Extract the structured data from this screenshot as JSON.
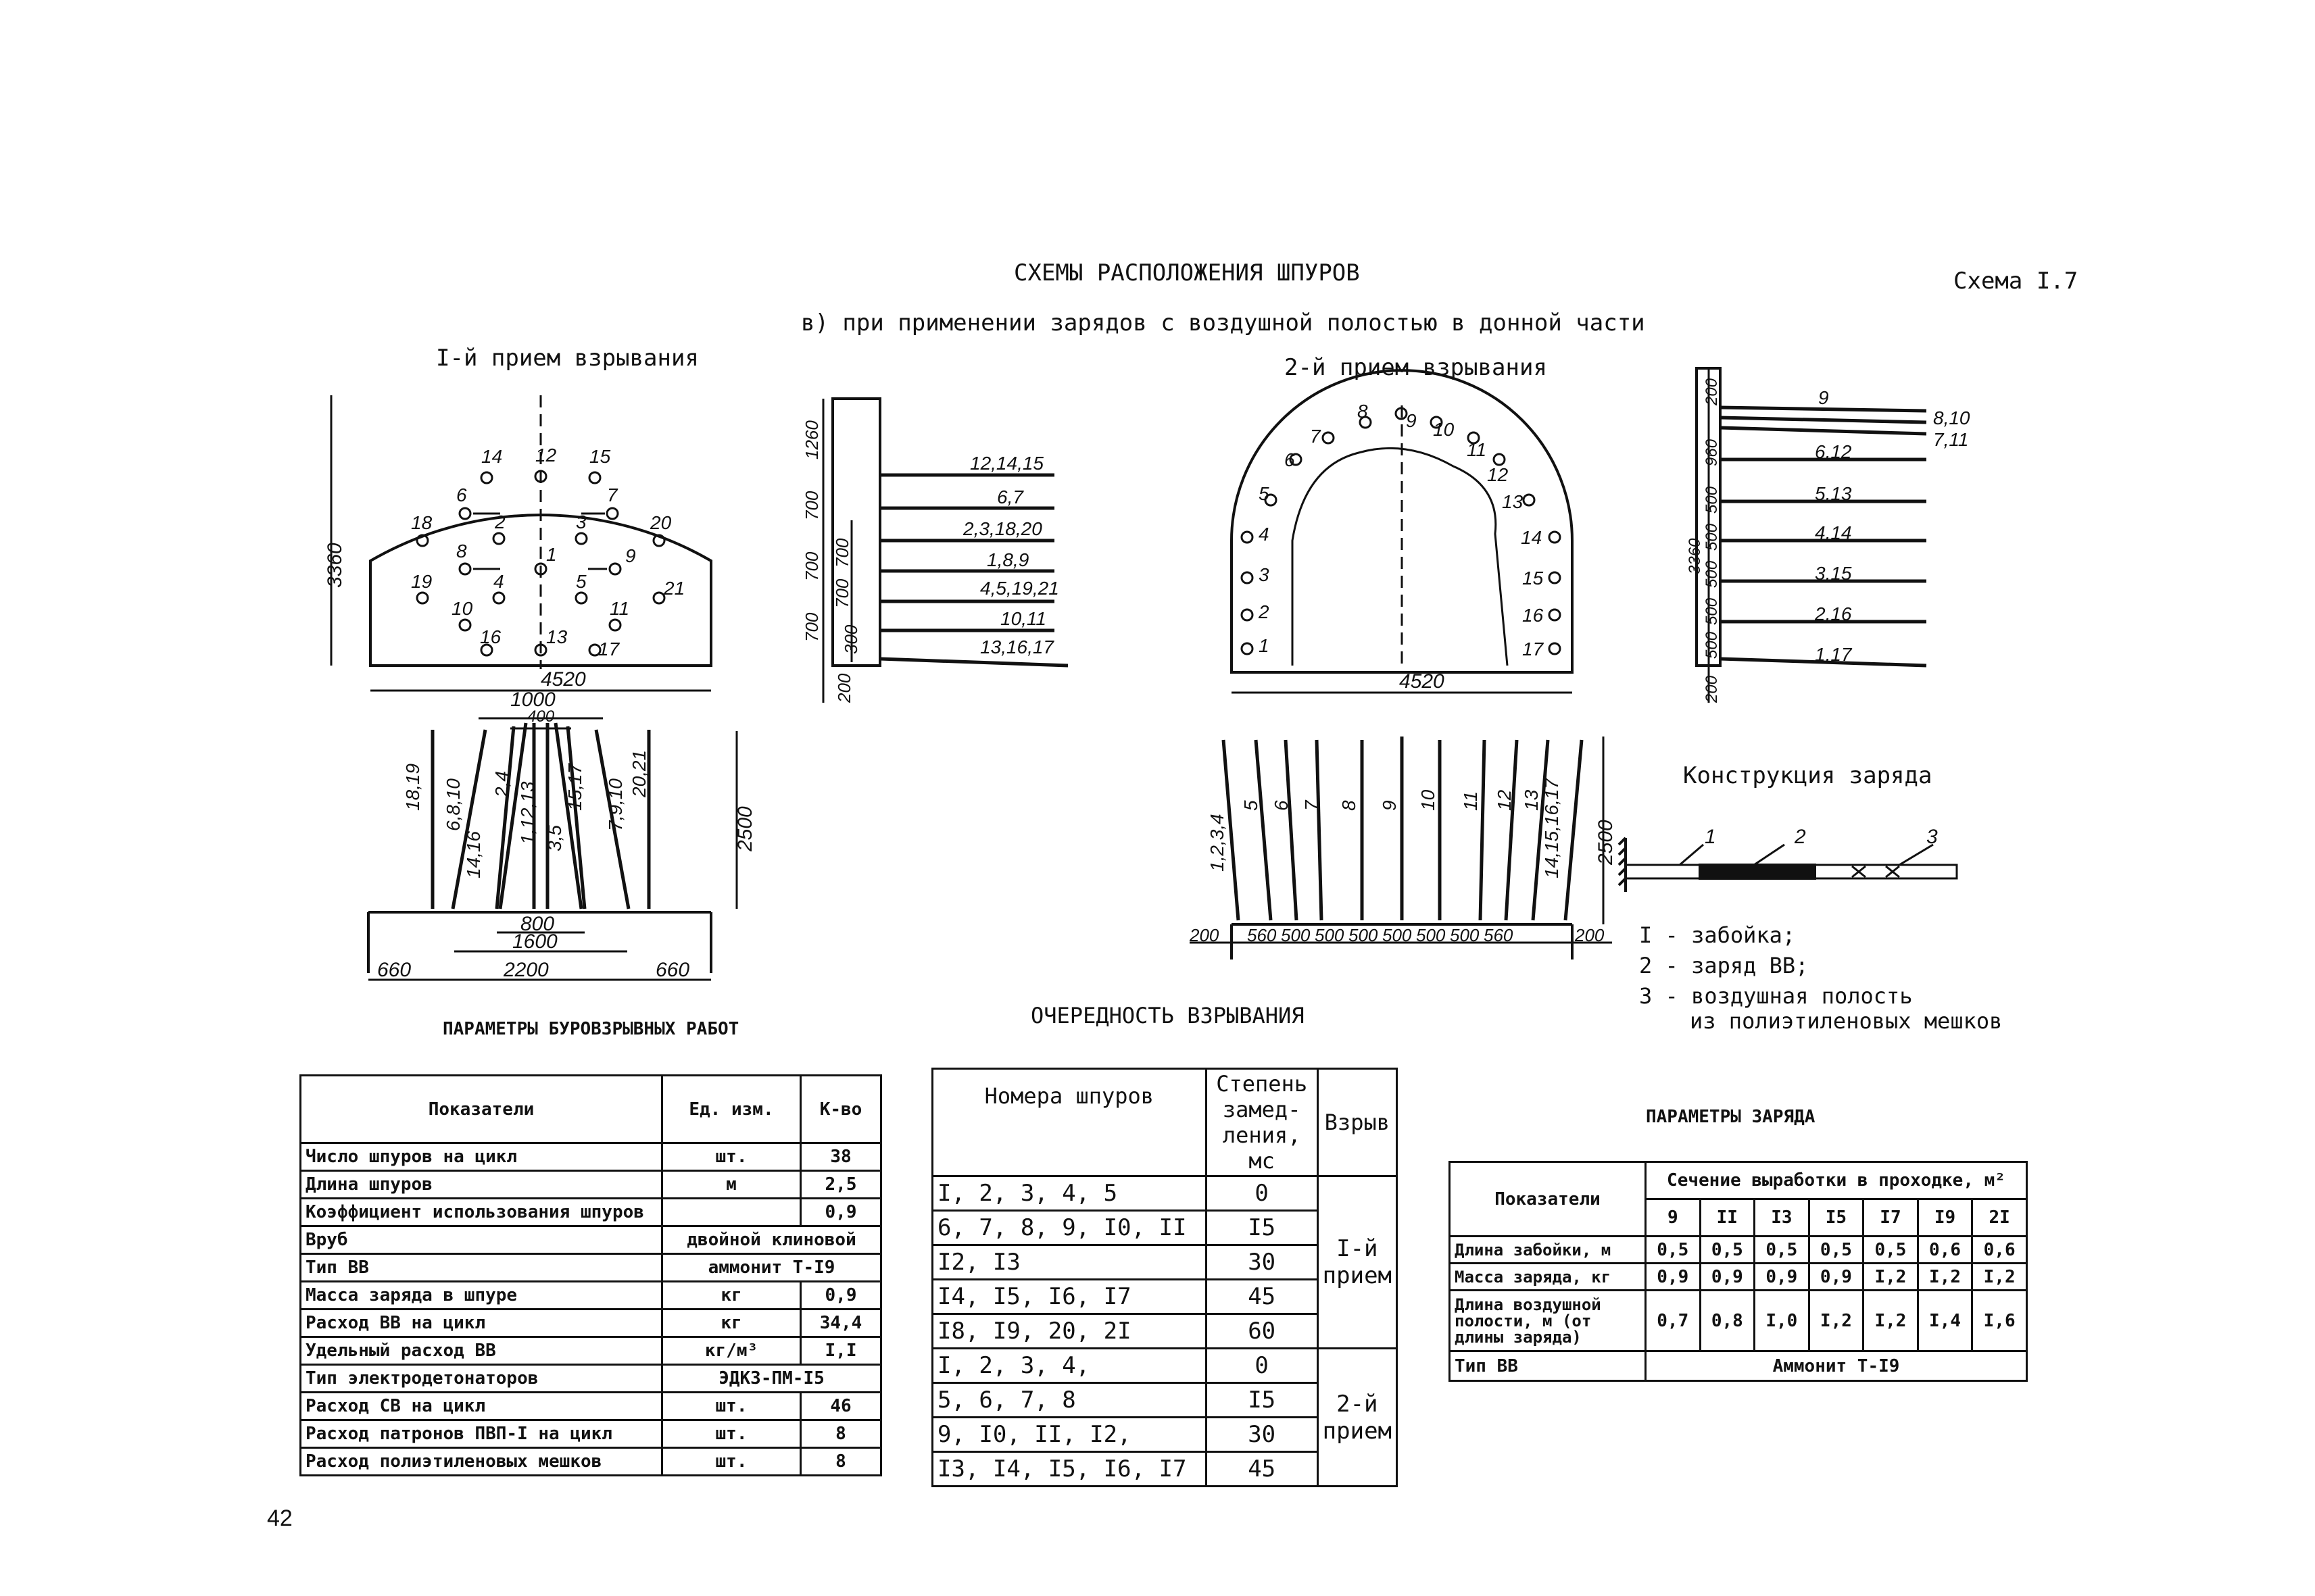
{
  "header": {
    "title": "СХЕМЫ РАСПОЛОЖЕНИЯ ШПУРОВ",
    "scheme_no": "Схема I.7",
    "subtitle": "в) при применении зарядов с воздушной полостью в донной части"
  },
  "stage1": {
    "title": "I-й прием взрывания",
    "dims": [
      "3360",
      "4520",
      "1000",
      "400",
      "2500",
      "800",
      "1600",
      "660",
      "2200",
      "660"
    ],
    "holes": [
      "14",
      "12",
      "15",
      "6",
      "7",
      "18",
      "2",
      "3",
      "20",
      "8",
      "1",
      "9",
      "19",
      "4",
      "5",
      "21",
      "10",
      "11",
      "16",
      "13",
      "17"
    ],
    "side_dims": [
      "1260",
      "700",
      "700",
      "700",
      "700",
      "700",
      "300",
      "200"
    ],
    "side_labels": [
      "12,14,15",
      "6,7",
      "2,3,18,20",
      "1,8,9",
      "4,5,19,21",
      "10,11",
      "13,16,17"
    ],
    "section_labels": [
      "18,19",
      "6,8,10",
      "14,16",
      "2,4",
      "1,12,13",
      "3,5",
      "15,17",
      "7,9,10",
      "20,21"
    ]
  },
  "stage2": {
    "title": "2-й прием взрывания",
    "dims": [
      "4520",
      "2500"
    ],
    "holes": [
      "9",
      "8",
      "10",
      "7",
      "11",
      "6",
      "12",
      "5",
      "13",
      "4",
      "14",
      "3",
      "15",
      "2",
      "16",
      "1",
      "17"
    ],
    "side_dims": [
      "200",
      "960",
      "500",
      "500",
      "500",
      "500",
      "500",
      "3360",
      "200"
    ],
    "side_labels": [
      "9",
      "8,10",
      "7,11",
      "6,12",
      "5,13",
      "4,14",
      "3,15",
      "2,16",
      "1,17"
    ],
    "section_labels": [
      "1,2,3,4",
      "5",
      "6",
      "7",
      "8",
      "9",
      "10",
      "11",
      "12",
      "13",
      "14,15,16,17"
    ],
    "bottom_dims": [
      "200",
      "560",
      "500",
      "500",
      "500",
      "500",
      "500",
      "500",
      "560",
      "200"
    ]
  },
  "charge": {
    "title": "Конструкция заряда",
    "markers": [
      "1",
      "2",
      "3"
    ],
    "legend": [
      "I - забойка;",
      "2 - заряд ВВ;",
      "3 - воздушная полость",
      "из полиэтиленовых мешков"
    ]
  },
  "params_drilling": {
    "title": "ПАРАМЕТРЫ БУРОВЗРЫВНЫХ РАБОТ",
    "headers": [
      "Показатели",
      "Ед. изм.",
      "К-во"
    ],
    "rows": [
      [
        "Число шпуров на цикл",
        "шт.",
        "38"
      ],
      [
        "Длина шпуров",
        "м",
        "2,5"
      ],
      [
        "Коэффициент использования шпуров",
        "",
        "0,9"
      ],
      [
        "Вруб",
        "двойной клиновой",
        ""
      ],
      [
        "Тип ВВ",
        "аммонит Т-I9",
        ""
      ],
      [
        "Масса заряда в шпуре",
        "кг",
        "0,9"
      ],
      [
        "Расход ВВ на цикл",
        "кг",
        "34,4"
      ],
      [
        "Удельный расход ВВ",
        "кг/м³",
        "I,I"
      ],
      [
        "Тип электродетонаторов",
        "ЭДКЗ-ПМ-I5",
        ""
      ],
      [
        "Расход СВ на цикл",
        "шт.",
        "46"
      ],
      [
        "Расход патронов ПВП-I на цикл",
        "шт.",
        "8"
      ],
      [
        "Расход полиэтиленовых мешков",
        "шт.",
        "8"
      ]
    ]
  },
  "order": {
    "title": "ОЧЕРЕДНОСТЬ ВЗРЫВАНИЯ",
    "headers": [
      "Номера шпуров",
      "Степень замед- ления, мс",
      "Взрыв"
    ],
    "stage1_label": "I-й прием",
    "stage2_label": "2-й прием",
    "rows1": [
      [
        "I, 2, 3, 4, 5",
        "0"
      ],
      [
        "6, 7, 8, 9, I0, II",
        "I5"
      ],
      [
        "I2, I3",
        "30"
      ],
      [
        "I4, I5, I6, I7",
        "45"
      ],
      [
        "I8, I9, 20, 2I",
        "60"
      ]
    ],
    "rows2": [
      [
        "I, 2, 3, 4,",
        "0"
      ],
      [
        "5, 6, 7, 8",
        "I5"
      ],
      [
        "9, I0, II, I2,",
        "30"
      ],
      [
        "I3, I4, I5, I6, I7",
        "45"
      ]
    ]
  },
  "params_charge": {
    "title": "ПАРАМЕТРЫ ЗАРЯДА",
    "header_main": "Показатели",
    "header_span": "Сечение выработки в проходке, м²",
    "cols": [
      "9",
      "II",
      "I3",
      "I5",
      "I7",
      "I9",
      "2I"
    ],
    "rows": [
      {
        "label": "Длина забойки, м",
        "values": [
          "0,5",
          "0,5",
          "0,5",
          "0,5",
          "0,5",
          "0,6",
          "0,6"
        ]
      },
      {
        "label": "Масса заряда, кг",
        "values": [
          "0,9",
          "0,9",
          "0,9",
          "0,9",
          "I,2",
          "I,2",
          "I,2"
        ]
      },
      {
        "label": "Длина воздушной полости, м (от длины заряда)",
        "values": [
          "0,7",
          "0,8",
          "I,0",
          "I,2",
          "I,2",
          "I,4",
          "I,6"
        ]
      }
    ],
    "type_label": "Тип ВВ",
    "type_value": "Аммонит Т-I9"
  },
  "page_number": "42"
}
